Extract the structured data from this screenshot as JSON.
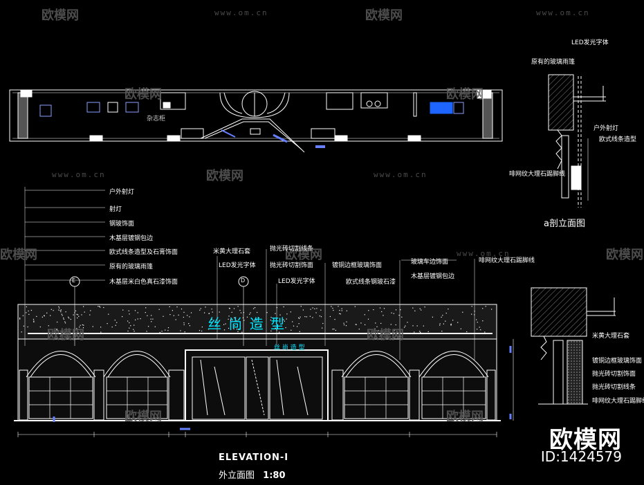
{
  "watermarks": {
    "brand": "欧模网",
    "url": "www.om.cn"
  },
  "plan": {
    "room_label": "杂志柜"
  },
  "section_a": {
    "labels": [
      "LED发光字体",
      "原有的玻璃雨篷",
      "户外射灯",
      "欧式线条造型",
      "啡网纹大理石踢脚线"
    ],
    "title": "a剖立面图"
  },
  "elevation": {
    "left_labels": [
      "户外射灯",
      "射灯",
      "钢玻饰面",
      "木基层镀钢包边",
      "欧式线条造型及石膏饰面",
      "原有的玻璃雨篷",
      "木基层米白色真石漆饰面"
    ],
    "middle_labels": [
      "米黄大理石套",
      "LED发光字体",
      "LED发光字体"
    ],
    "middle_labels_2": [
      "抛光砖切割线条",
      "抛光砖切割饰面",
      "镀铜边框玻璃饰面",
      "欧式线条钢玻石漆"
    ],
    "right_labels": [
      "玻璃车边饰面",
      "木基层镀钢包边",
      "啡网纹大理石踢脚线"
    ],
    "sign_main": "丝 尚 造 型",
    "sign_small": "丝 尚 造 型",
    "marker_left": "E",
    "marker_mid": "D",
    "title_en": "ELEVATION-I",
    "title_cn": "外立面图",
    "scale": "1:80"
  },
  "section_b": {
    "labels": [
      "米黄大理石套",
      "镀铜边框玻璃饰面",
      "抛光砖切割饰面",
      "抛光砖切割线条",
      "啡网纹大理石踢脚线"
    ]
  },
  "brand_block": {
    "name": "欧模网",
    "id": "ID:1424579"
  }
}
